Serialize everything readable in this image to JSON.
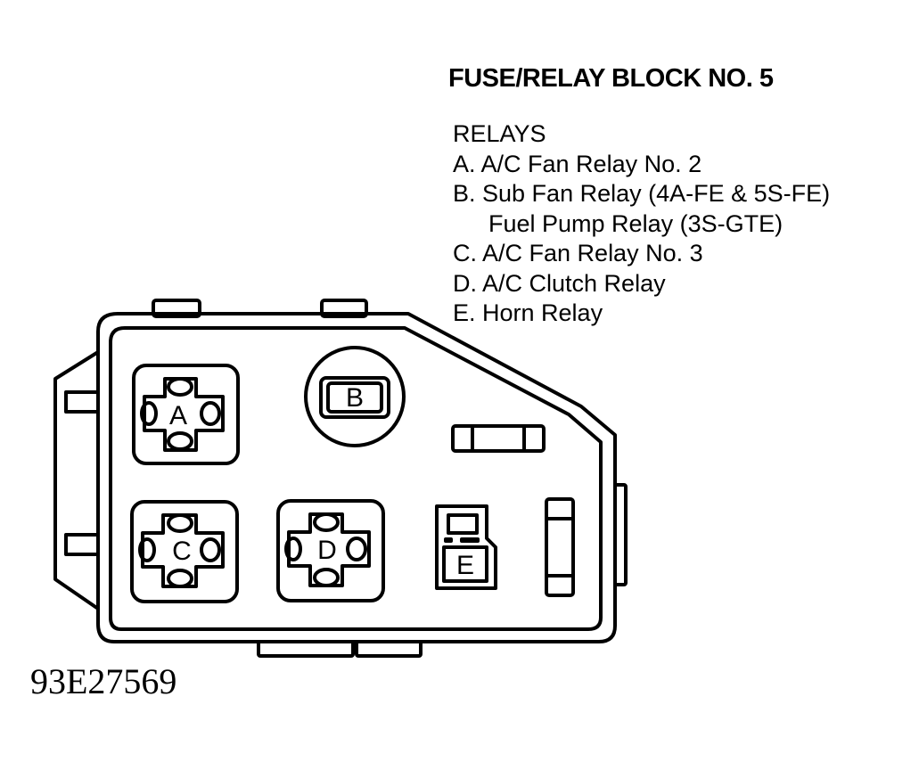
{
  "title": "FUSE/RELAY BLOCK NO. 5",
  "legend": {
    "heading": "RELAYS",
    "items": [
      "A. A/C Fan Relay No. 2",
      "B. Sub Fan Relay (4A-FE & 5S-FE)",
      "Fuel Pump Relay (3S-GTE)",
      "C. A/C Fan Relay No. 3",
      "D. A/C Clutch Relay",
      "E. Horn Relay"
    ]
  },
  "relay_letters": {
    "a": "A",
    "b": "B",
    "c": "C",
    "d": "D",
    "e": "E"
  },
  "figure_id": "93E27569",
  "colors": {
    "line": "#000000",
    "background": "#ffffff"
  }
}
